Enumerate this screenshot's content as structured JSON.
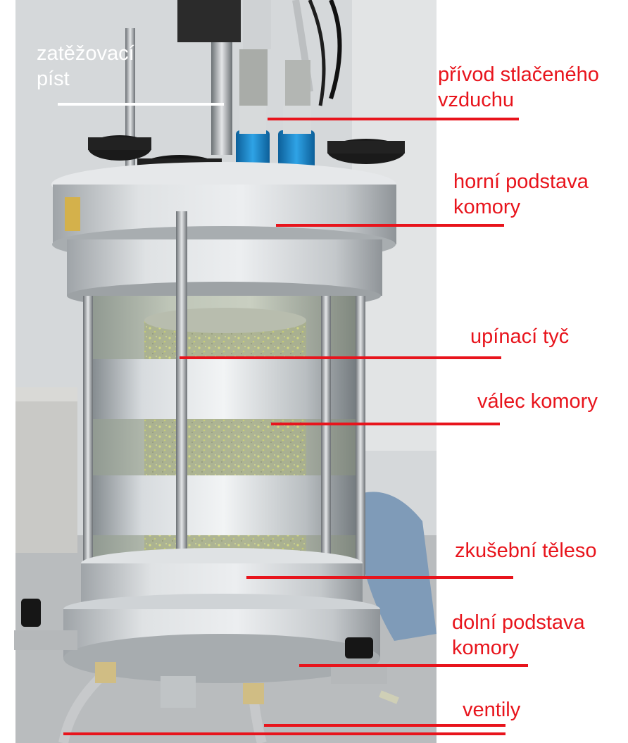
{
  "colors": {
    "annotation": "#e8141c",
    "annotation_light": "#ffffff",
    "wall": "#d3d7d9",
    "aluminium": "#c9cdd0",
    "connector_blue": "#1f8fd2"
  },
  "labels": {
    "piston": {
      "line1": "zatěžovací",
      "line2": "píst"
    },
    "air_supply": {
      "line1": "přívod stlačeného",
      "line2": "vzduchu"
    },
    "top_base": {
      "line1": "horní podstava",
      "line2": "komory"
    },
    "tie_rod": {
      "line1": "upínací tyč"
    },
    "cylinder": {
      "line1": "válec komory"
    },
    "specimen": {
      "line1": "zkušební těleso"
    },
    "bottom_base": {
      "line1": "dolní podstava",
      "line2": "komory"
    },
    "valves": {
      "line1": "ventily"
    }
  }
}
